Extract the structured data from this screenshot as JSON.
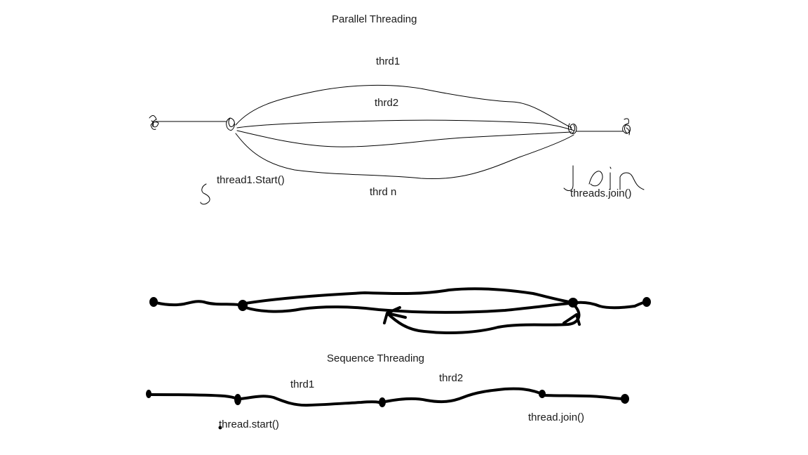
{
  "parallel": {
    "title": "Parallel Threading",
    "thread_labels": [
      "thrd1",
      "thrd2",
      "thrd n"
    ],
    "start_label": "thread1.Start()",
    "join_label": "threads.join()"
  },
  "sequence": {
    "title": "Sequence Threading",
    "thread_labels": [
      "thrd1",
      "thrd2"
    ],
    "start_label": "thread.start()",
    "join_label": "thread.join()"
  }
}
